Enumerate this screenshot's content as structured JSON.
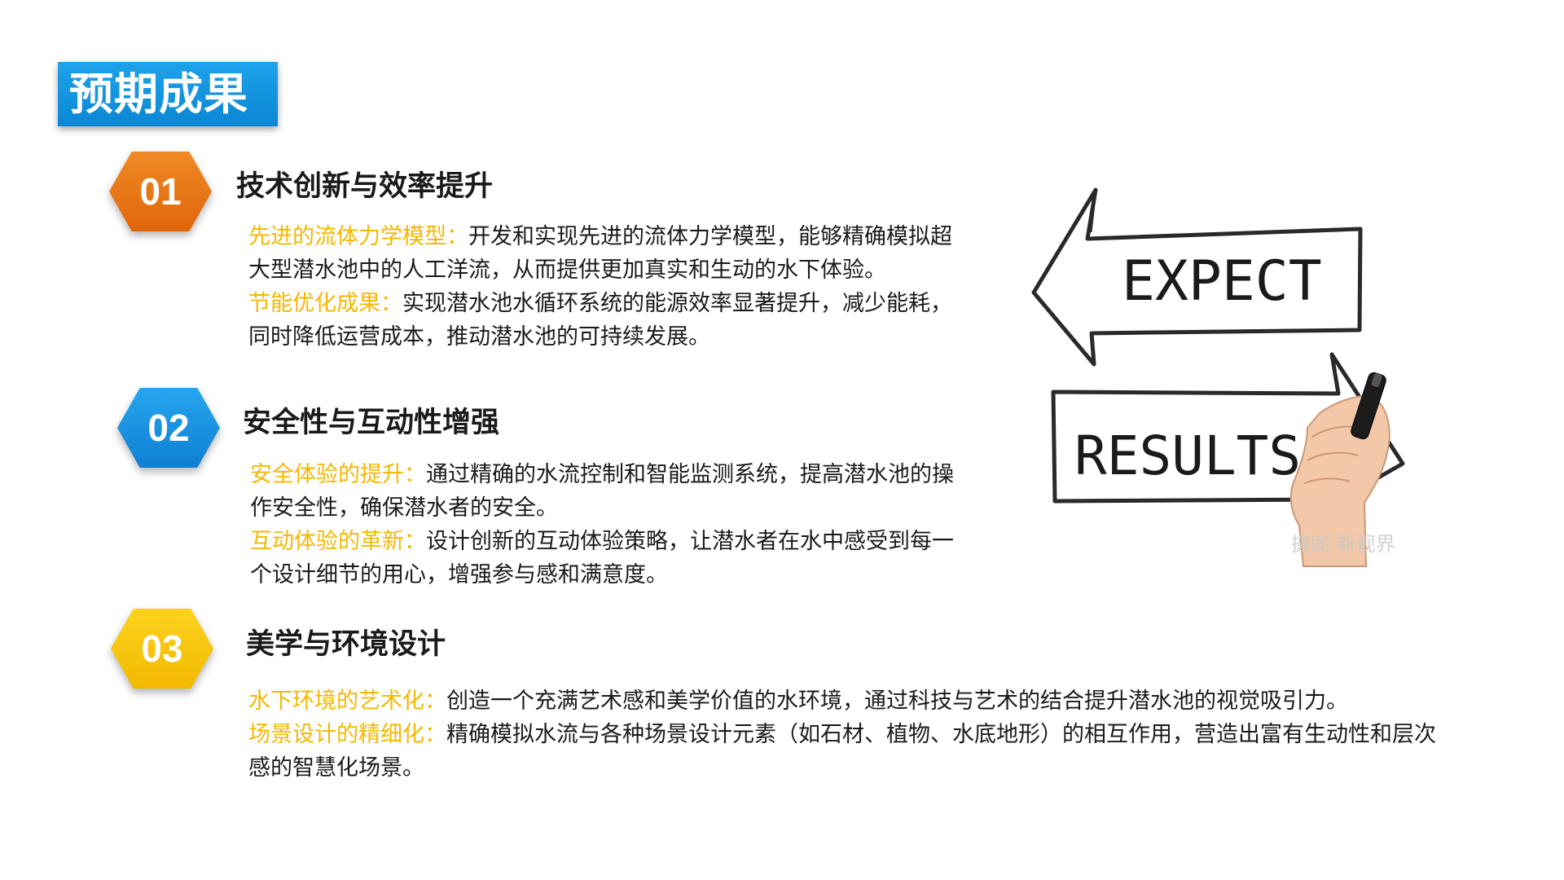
{
  "page": {
    "title": "预期成果"
  },
  "sections": [
    {
      "number": "01",
      "title": "技术创新与效率提升",
      "color": "#e86f10",
      "items": [
        {
          "label": "先进的流体力学模型：",
          "text": "开发和实现先进的流体力学模型，能够精确模拟超大型潜水池中的人工洋流，从而提供更加真实和生动的水下体验。"
        },
        {
          "label": "节能优化成果：",
          "text": "实现潜水池水循环系统的能源效率显著提升，减少能耗，同时降低运营成本，推动潜水池的可持续发展。"
        }
      ]
    },
    {
      "number": "02",
      "title": "安全性与互动性增强",
      "color": "#1592e0",
      "items": [
        {
          "label": "安全体验的提升：",
          "text": "通过精确的水流控制和智能监测系统，提高潜水池的操作安全性，确保潜水者的安全。"
        },
        {
          "label": "互动体验的革新：",
          "text": "设计创新的互动体验策略，让潜水者在水中感受到每一个设计细节的用心，增强参与感和满意度。"
        }
      ]
    },
    {
      "number": "03",
      "title": "美学与环境设计",
      "color": "#f7c40a",
      "items": [
        {
          "label": "水下环境的艺术化：",
          "text": "创造一个充满艺术感和美学价值的水环境，通过科技与艺术的结合提升潜水池的视觉吸引力。"
        },
        {
          "label": "场景设计的精细化：",
          "text": "精确模拟水流与各种场景设计元素（如石材、植物、水底地形）的相互作用，营造出富有生动性和层次感的智慧化场景。"
        }
      ]
    }
  ],
  "image": {
    "top_sign": "EXPECT",
    "bottom_sign": "RESULTS",
    "watermark": "摄图 新视界",
    "icons": [
      "left-arrow-sign-icon",
      "right-arrow-sign-icon",
      "hand-with-marker-icon"
    ]
  },
  "colors": {
    "title_bg": "#1592e0",
    "highlight": "#f5b800",
    "text": "#1a1a1a"
  }
}
